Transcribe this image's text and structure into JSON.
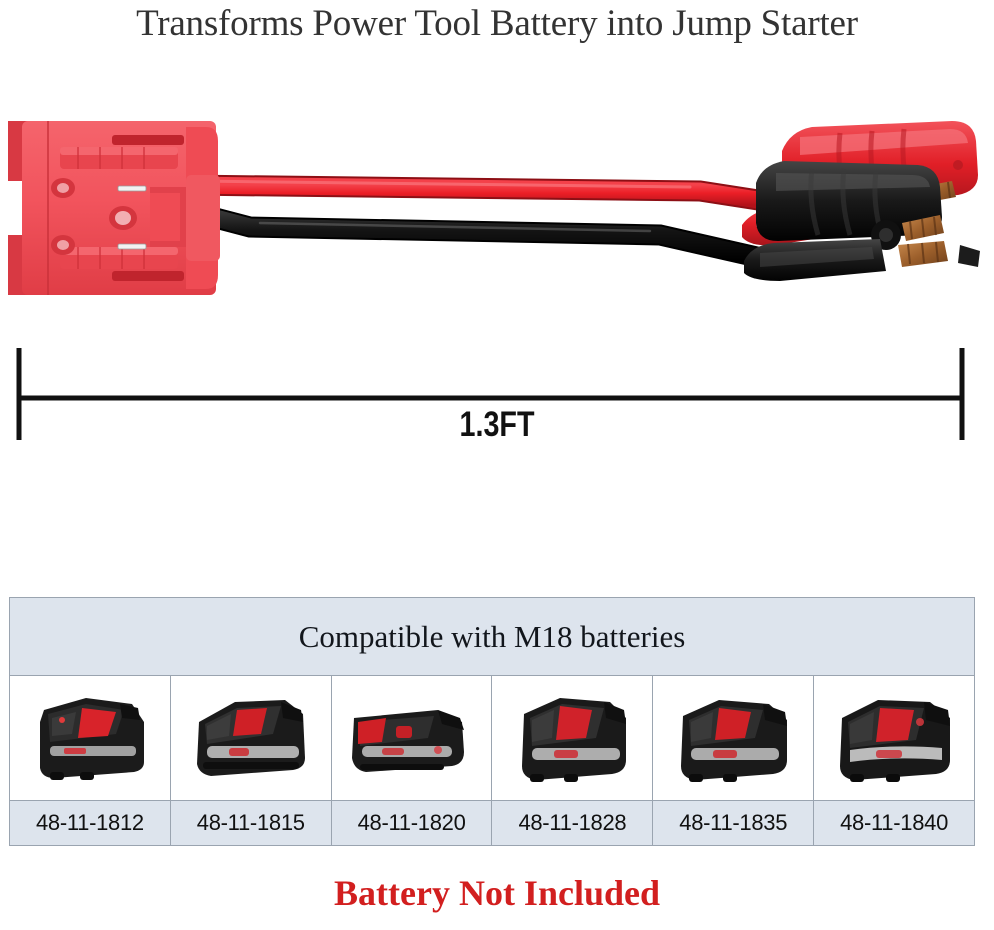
{
  "title": "Transforms Power Tool Battery into Jump Starter",
  "product_image": {
    "adapter_label": "red-battery-adapter",
    "cable_red_color": "#ed1b24",
    "cable_black_color": "#141414",
    "adapter_color": "#ef4048",
    "clamp_red_color": "#e8262c",
    "clamp_black_color": "#1a1a1a",
    "clamp_copper_color": "#a9662f"
  },
  "dimension": {
    "label": "1.3FT",
    "line_color": "#111111"
  },
  "compatibility": {
    "header": "Compatible with M18 batteries",
    "header_bg": "#dde4ed",
    "border_color": "#9aa4b0",
    "batteries": [
      {
        "model": "48-11-1812",
        "style": "compact-side"
      },
      {
        "model": "48-11-1815",
        "style": "compact-angled"
      },
      {
        "model": "48-11-1820",
        "style": "compact-flat"
      },
      {
        "model": "48-11-1828",
        "style": "xc-angled"
      },
      {
        "model": "48-11-1835",
        "style": "xc-side"
      },
      {
        "model": "48-11-1840",
        "style": "xc-large"
      }
    ]
  },
  "notice": {
    "text": "Battery Not Included",
    "color": "#d21f1f"
  }
}
